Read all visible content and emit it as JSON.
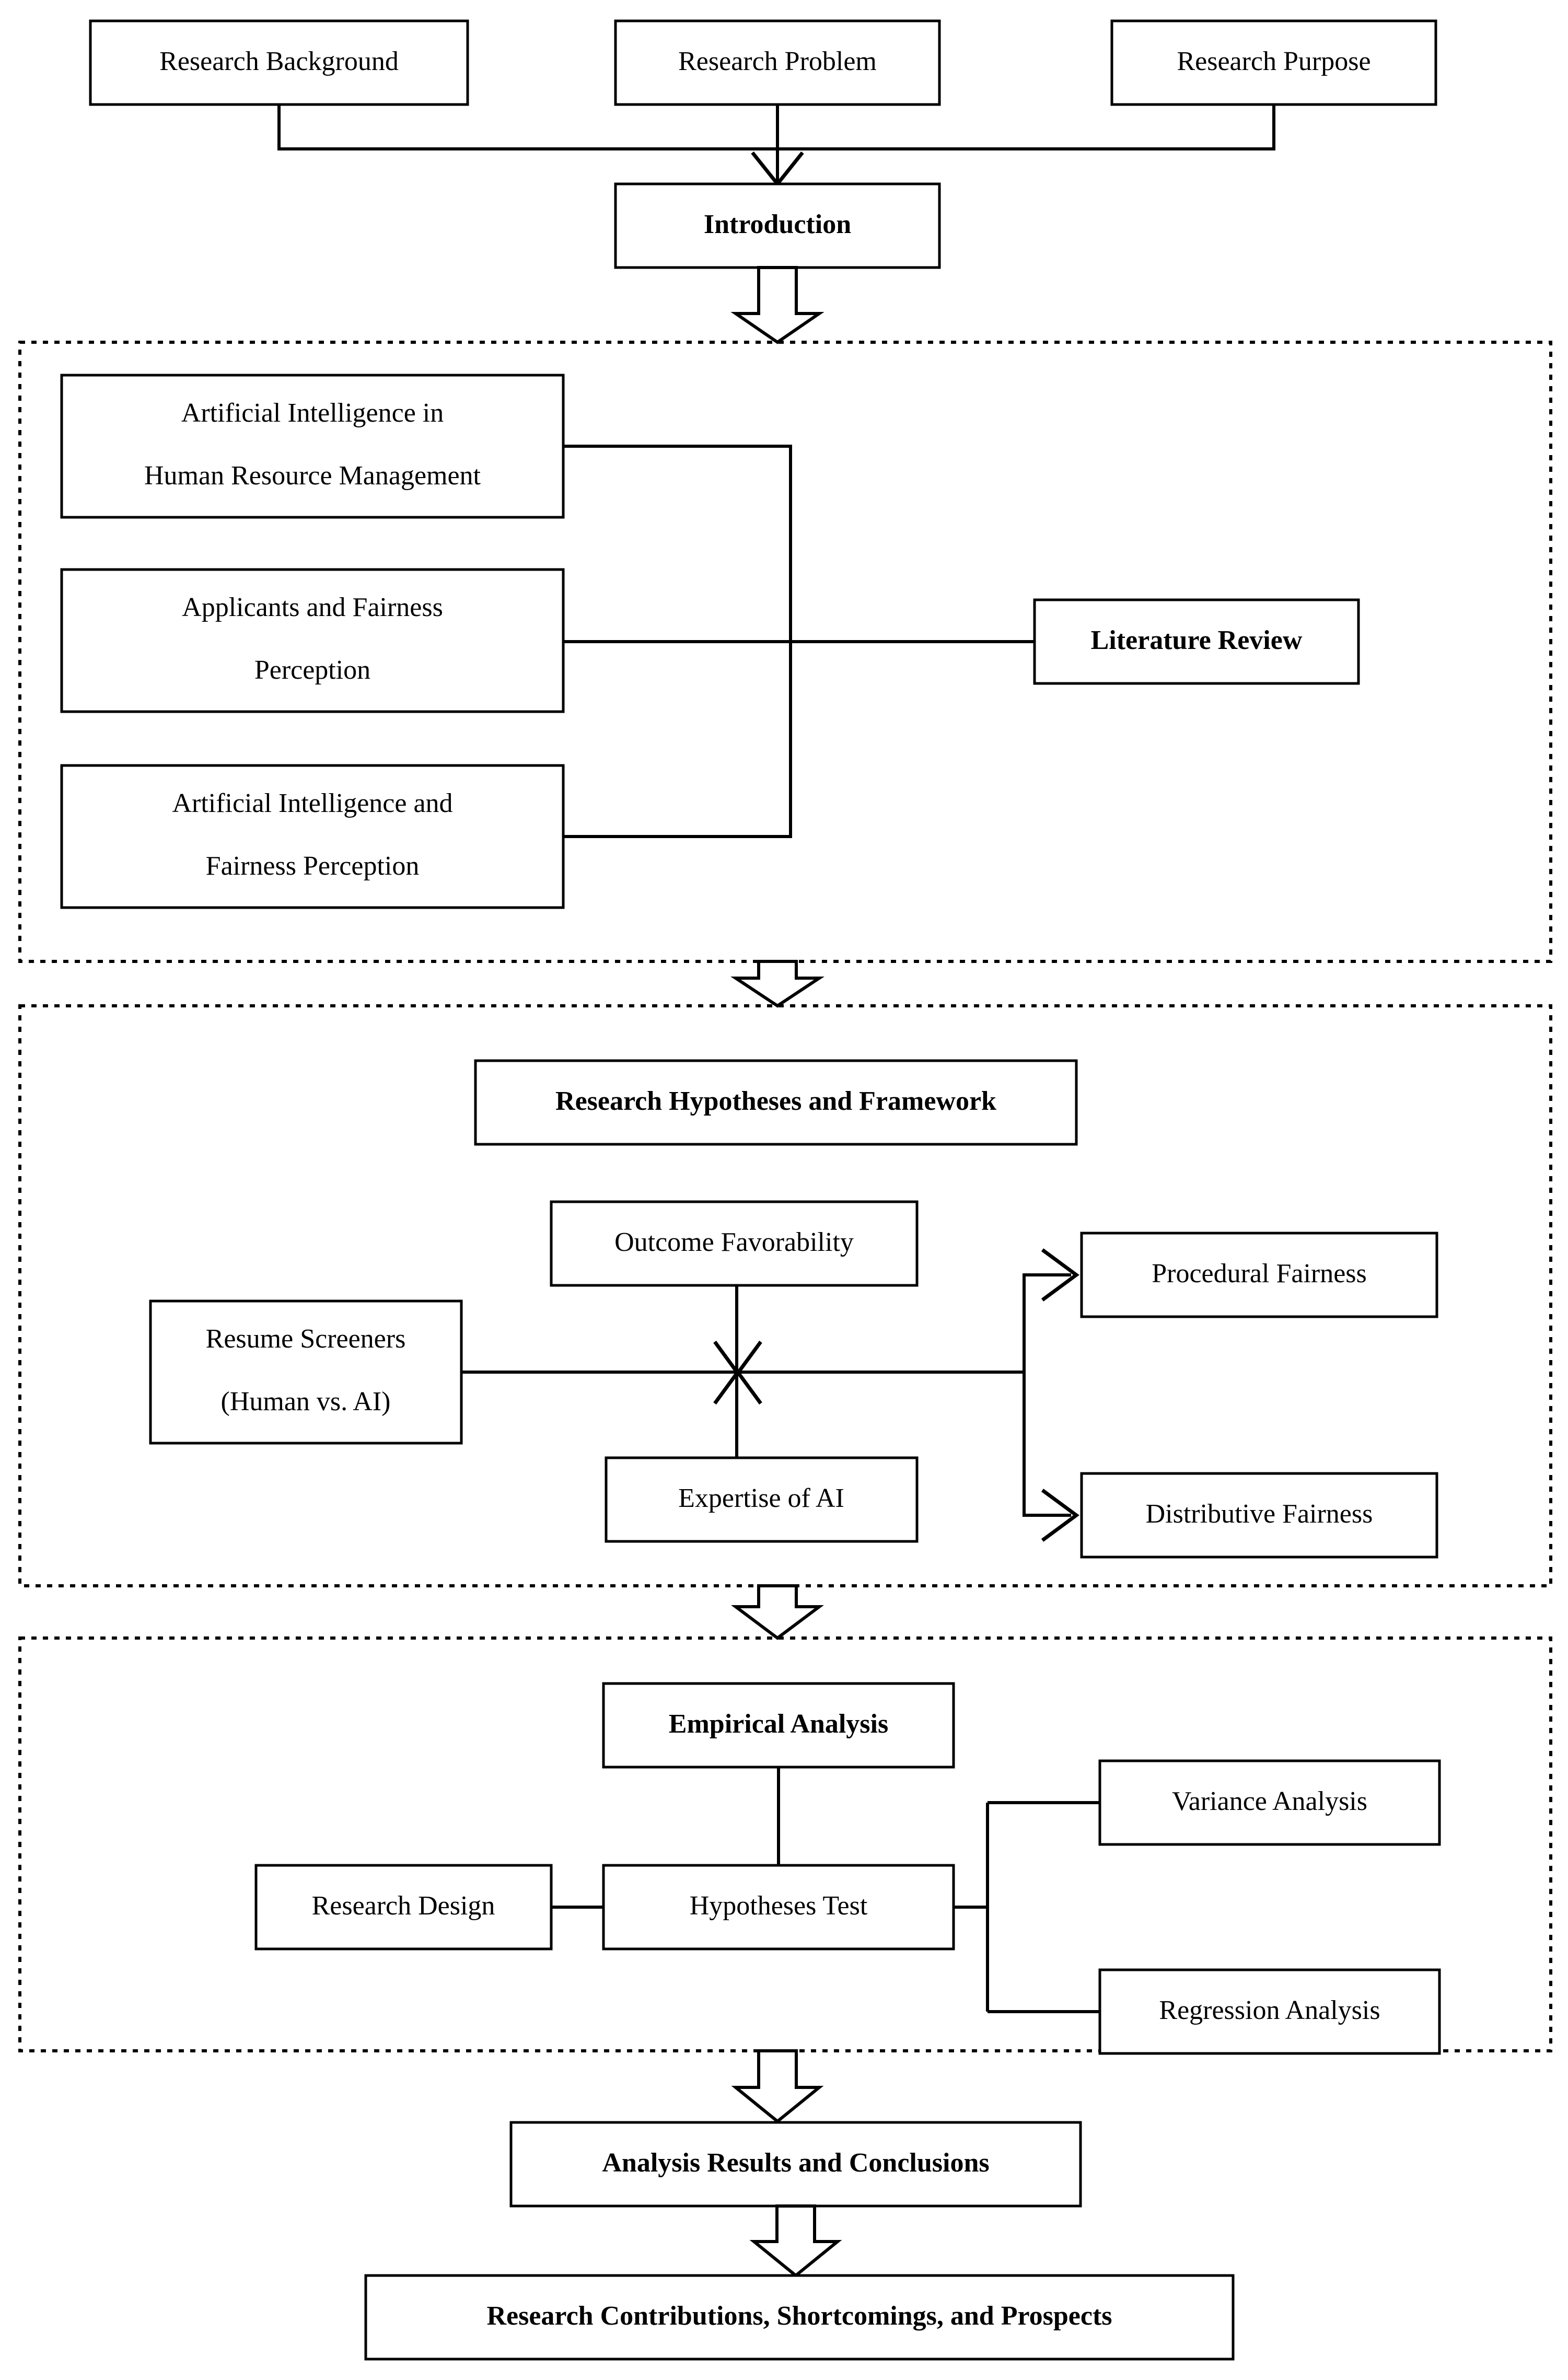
{
  "diagram": {
    "title": "Research Framework Flowchart",
    "colors": {
      "line": "#000000",
      "box_fill": "#ffffff",
      "background": "#ffffff"
    },
    "nodes": {
      "research_background": "Research Background",
      "research_problem": "Research Problem",
      "research_purpose": "Research Purpose",
      "introduction": "Introduction",
      "ai_in_hrm_line1": "Artificial Intelligence in",
      "ai_in_hrm_line2": "Human Resource Management",
      "applicants_fairness_line1": "Applicants and Fairness",
      "applicants_fairness_line2": "Perception",
      "ai_fairness_line1": "Artificial Intelligence and",
      "ai_fairness_line2": "Fairness Perception",
      "literature_review": "Literature Review",
      "research_hypotheses_framework": "Research Hypotheses and Framework",
      "outcome_favorability": "Outcome Favorability",
      "resume_screeners_line1": "Resume Screeners",
      "resume_screeners_line2": "(Human vs. AI)",
      "expertise_of_ai": "Expertise of AI",
      "procedural_fairness": "Procedural Fairness",
      "distributive_fairness": "Distributive Fairness",
      "empirical_analysis": "Empirical Analysis",
      "research_design": "Research Design",
      "hypotheses_test": "Hypotheses Test",
      "variance_analysis": "Variance Analysis",
      "regression_analysis": "Regression Analysis",
      "analysis_results_conclusions": "Analysis Results and Conclusions",
      "research_contributions": "Research Contributions, Shortcomings, and Prospects"
    }
  }
}
